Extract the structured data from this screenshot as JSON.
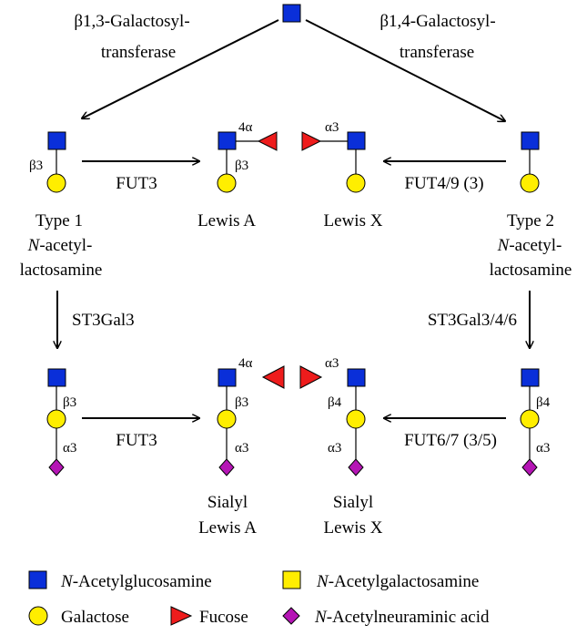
{
  "colors": {
    "glcnac": "#0a2fd9",
    "galnac": "#ffee00",
    "galactose": "#ffee00",
    "fucose": "#ee1c1c",
    "neu5ac": "#b515b5",
    "outline": "#000000"
  },
  "enzymes": {
    "b13": [
      "β1,3-Galactosyl-",
      "transferase"
    ],
    "b14": [
      "β1,4-Galactosyl-",
      "transferase"
    ],
    "fut3_top": "FUT3",
    "fut49": "FUT4/9 (3)",
    "st3gal3": "ST3Gal3",
    "st3gal346": "ST3Gal3/4/6",
    "fut3_bottom": "FUT3",
    "fut67": "FUT6/7 (3/5)"
  },
  "structures": {
    "type1": {
      "line1": "Type 1",
      "italic": "N",
      "line2_rest": "-acetyl-",
      "line3": "lactosamine"
    },
    "type2": {
      "line1": "Type 2",
      "italic": "N",
      "line2_rest": "-acetyl-",
      "line3": "lactosamine"
    },
    "lewis_a": "Lewis A",
    "lewis_x": "Lewis X",
    "sialyl_a": [
      "Sialyl",
      "Lewis A"
    ],
    "sialyl_x": [
      "Sialyl",
      "Lewis X"
    ]
  },
  "linkages": {
    "b3": "β3",
    "b4": "β4",
    "a3": "α3",
    "a4": "4α"
  },
  "legend": {
    "glcnac_italic": "N",
    "glcnac_rest": "-Acetylglucosamine",
    "galnac_italic": "N",
    "galnac_rest": "-Acetylgalactosamine",
    "galactose": "Galactose",
    "fucose": "Fucose",
    "neu5ac_italic": "N",
    "neu5ac_rest": "-Acetylneuraminic acid"
  }
}
